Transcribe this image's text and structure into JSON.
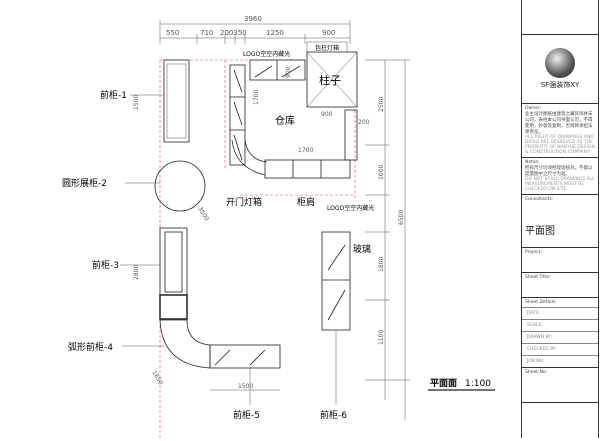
{
  "dims": {
    "total": "3960",
    "d1": "550",
    "d2": "710",
    "d3": "200350",
    "d4": "1250",
    "d5": "900",
    "r2500": "2500",
    "r1000": "1000",
    "r6500": "6500",
    "r1800": "1800",
    "r1100": "1100",
    "l1500": "1500",
    "l2800": "2800",
    "l3500": "3500",
    "l1650": "1650",
    "b1500": "1500",
    "c1700": "1700",
    "c1700b": "1700",
    "c900": "900",
    "c900b": "900",
    "c200": "200",
    "c600": "600"
  },
  "labels": {
    "cab1": "前柜-1",
    "cab2": "圆形展柜-2",
    "cab3": "前柜-3",
    "cab4": "弧形前柜-4",
    "cab5": "前柜-5",
    "cab6": "前柜-6",
    "column": "柱子",
    "column_box": "包柱灯箱",
    "storage": "仓库",
    "door_light": "开门灯箱",
    "shoulder": "柜肩",
    "logo_top": "LOGO空空内藏光",
    "logo_mid": "LOGO空空内藏光",
    "glass": "玻璃",
    "title": "平面面",
    "scale": "1:100"
  },
  "panel": {
    "logo_text": "SF强装饰XY",
    "owner_label": "Owner:",
    "owner_cn": "业主设计图纸由建筑之翼装饰并未公司，未经本公司书面认可，不得使用，抄袭及复制，否则将承担法律责任。",
    "owner_en": "ALL RIGHT OF DRAWINGS AND DESIG ARE RESREVED AS THE PROPERTY OF NANYUE DESIGN & CONSTRUCTION COMPANY.",
    "notes_label": "Notes:",
    "notes_cn": "所有尺寸均须经现场核对，不能以度量图中之尺寸为准。",
    "notes_en": "DO NOT SCALE DRAWINGS ALL MEASUREMENTS MUST BE CHECKED ON SITE.",
    "consultants": "Consultants:",
    "plan_title": "平面图",
    "project": "Project:",
    "sheet_title": "Sheet Title:",
    "sheet_details": "Sheet Details:",
    "details": [
      "DATE:",
      "SCALE:",
      "DRAWN BY:",
      "CHECKED BY:",
      "JOB NO:"
    ],
    "sheet_no": "Sheet No:"
  }
}
